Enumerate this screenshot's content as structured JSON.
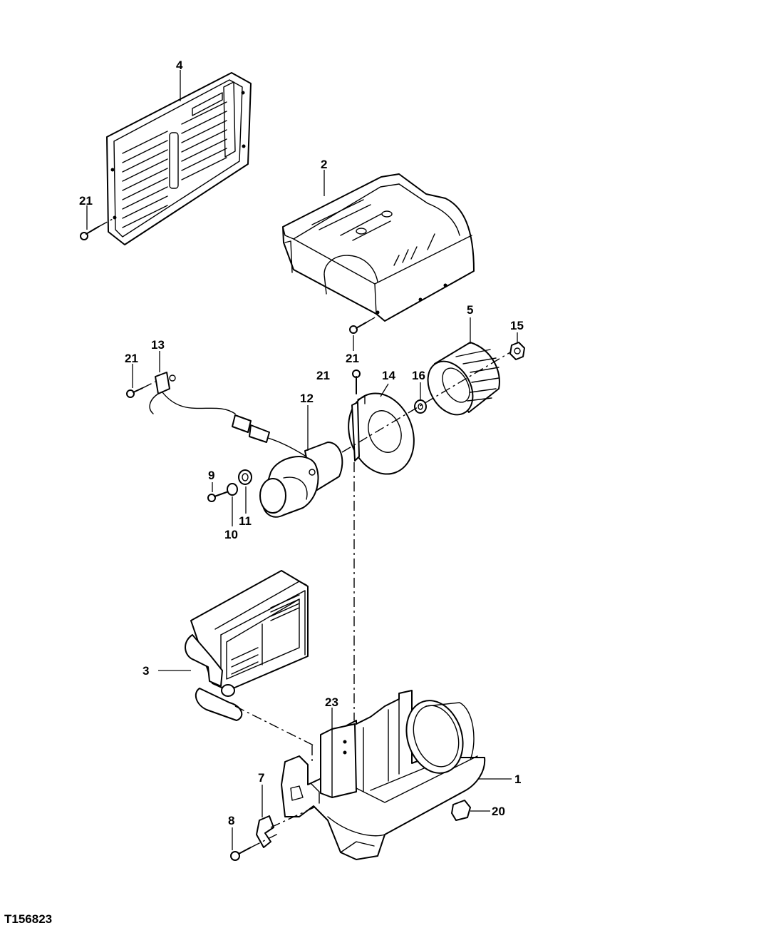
{
  "figure_id": "T156823",
  "callouts": [
    {
      "id": "4",
      "text": "4"
    },
    {
      "id": "21a",
      "text": "21"
    },
    {
      "id": "2",
      "text": "2"
    },
    {
      "id": "21b",
      "text": "21"
    },
    {
      "id": "13",
      "text": "13"
    },
    {
      "id": "21c",
      "text": "21"
    },
    {
      "id": "21d",
      "text": "21"
    },
    {
      "id": "14",
      "text": "14"
    },
    {
      "id": "16",
      "text": "16"
    },
    {
      "id": "5",
      "text": "5"
    },
    {
      "id": "15",
      "text": "15"
    },
    {
      "id": "12",
      "text": "12"
    },
    {
      "id": "9",
      "text": "9"
    },
    {
      "id": "10",
      "text": "10"
    },
    {
      "id": "11",
      "text": "11"
    },
    {
      "id": "3",
      "text": "3"
    },
    {
      "id": "23",
      "text": "23"
    },
    {
      "id": "1",
      "text": "1"
    },
    {
      "id": "7",
      "text": "7"
    },
    {
      "id": "8",
      "text": "8"
    },
    {
      "id": "20",
      "text": "20"
    }
  ]
}
